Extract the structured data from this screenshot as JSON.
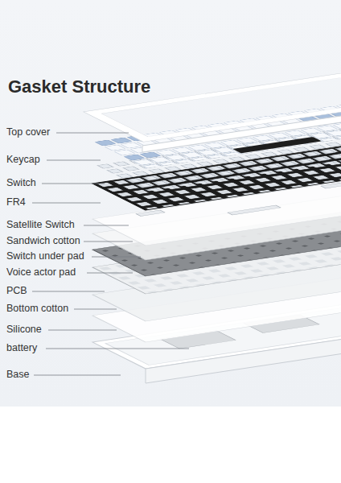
{
  "diagram": {
    "title": "Gasket Structure",
    "labels": [
      "Top cover",
      "Keycap",
      "Switch",
      "FR4",
      "Satellite Switch",
      "Sandwich cotton",
      "Switch under pad",
      "Voice actor pad",
      "PCB",
      "Bottom cotton",
      "Silicone",
      "battery",
      "Base"
    ]
  }
}
